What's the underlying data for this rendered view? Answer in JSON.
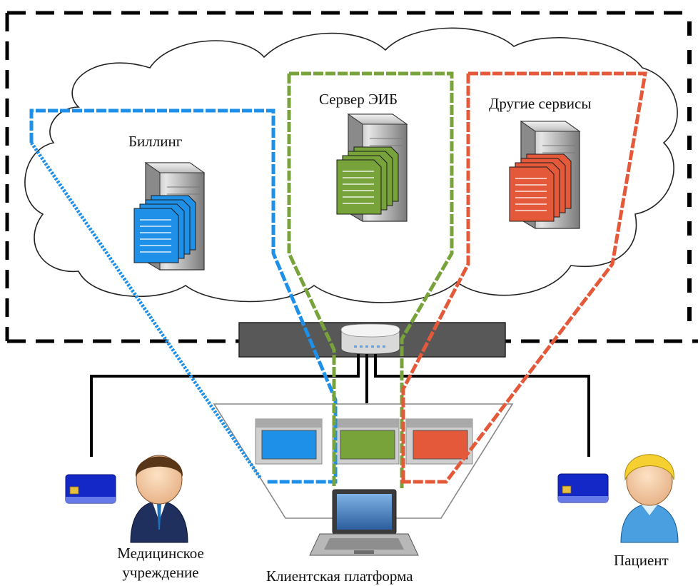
{
  "labels": {
    "billing": "Биллинг",
    "eib_server": "Сервер ЭИБ",
    "other_services": "Другие сервисы",
    "medical_institution_line1": "Медицинское",
    "medical_institution_line2": "учреждение",
    "client_platform": "Клиентская платформа",
    "patient": "Пациент"
  },
  "colors": {
    "billing": "#1e90e8",
    "eib": "#77a33a",
    "other": "#e5593b",
    "cloud_stroke": "#222222",
    "dashed_border": "#000000",
    "gateway_bar": "#555555",
    "screen_frame": "#c8c8c8",
    "card": "#1428c8",
    "card_chip": "#e8c040"
  },
  "icons": {
    "billing_server": "server-with-documents-icon",
    "eib_server": "server-with-documents-icon",
    "other_server": "server-with-documents-icon",
    "router": "network-router-icon",
    "laptop": "laptop-icon",
    "doctor": "doctor-person-icon",
    "patient": "patient-person-icon",
    "smart_card": "smart-card-icon"
  }
}
